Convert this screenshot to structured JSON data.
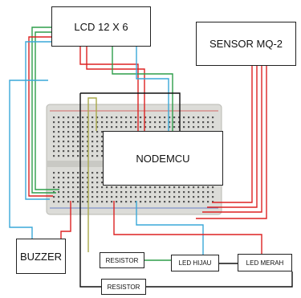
{
  "diagram": {
    "blocks": {
      "lcd": "LCD 12 X 6",
      "sensor": "SENSOR MQ-2",
      "nodemcu": "NODEMCU",
      "buzzer": "BUZZER",
      "resistor_1": "RESISTOR",
      "resistor_2": "RESISTOR",
      "led_green": "LED HIJAU",
      "led_red": "LED MERAH"
    },
    "wire_colors": {
      "red": "#dd2222",
      "green": "#2e9e4a",
      "blue": "#3aa8d8",
      "black": "#111111",
      "olive": "#a8a84a"
    },
    "breadboard_color": "#dcdcd8"
  }
}
